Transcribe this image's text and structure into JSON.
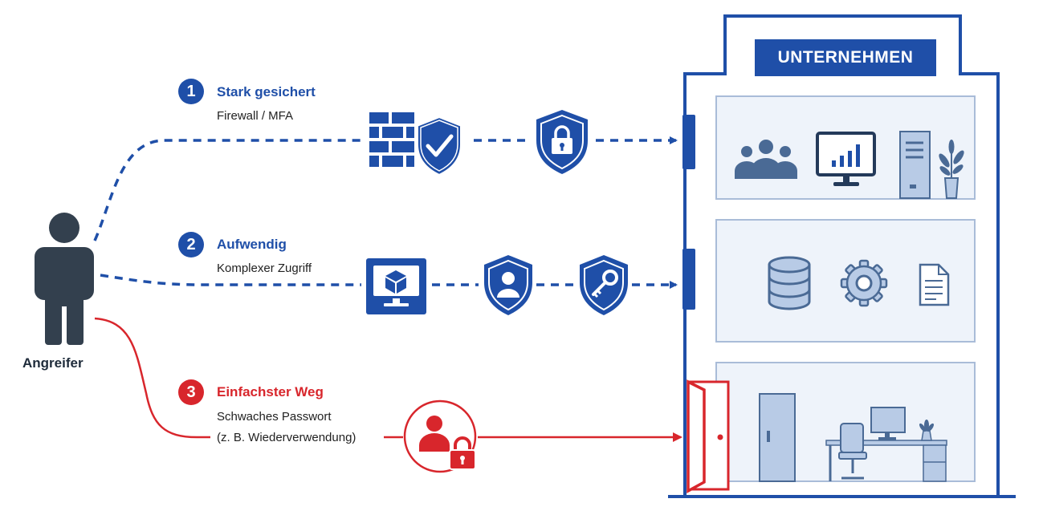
{
  "company": {
    "label": "UNTERNEHMEN"
  },
  "attacker": {
    "label": "Angreifer"
  },
  "routes": [
    {
      "number": "1",
      "title": "Stark gesichert",
      "desc": [
        "Firewall / MFA"
      ],
      "color": "#1f4fa8"
    },
    {
      "number": "2",
      "title": "Aufwendig",
      "desc": [
        "Komplexer Zugriff"
      ],
      "color": "#1f4fa8"
    },
    {
      "number": "3",
      "title": "Einfachster Weg",
      "desc": [
        "Schwaches Passwort",
        "(z. B. Wiederverwendung)"
      ],
      "color": "#d8262c"
    }
  ],
  "icons": {
    "route1": [
      "firewall-icon",
      "shield-check-icon",
      "shield-lock-icon"
    ],
    "route2": [
      "monitor-cube-icon",
      "shield-user-icon",
      "shield-key-icon"
    ],
    "route3": [
      "user-lock-icon"
    ],
    "floor1": [
      "people-group-icon",
      "chart-monitor-icon",
      "server-tower-icon",
      "plant-icon"
    ],
    "floor2": [
      "database-icon",
      "gear-icon",
      "document-icon"
    ],
    "floor3": [
      "interior-door-icon",
      "desk-workstation-icon",
      "open-door-icon"
    ]
  },
  "colors": {
    "secure": "#1f4fa8",
    "weak": "#d8262c",
    "floor_fill": "#eef3fa",
    "floor_border": "#a9bcd8"
  }
}
